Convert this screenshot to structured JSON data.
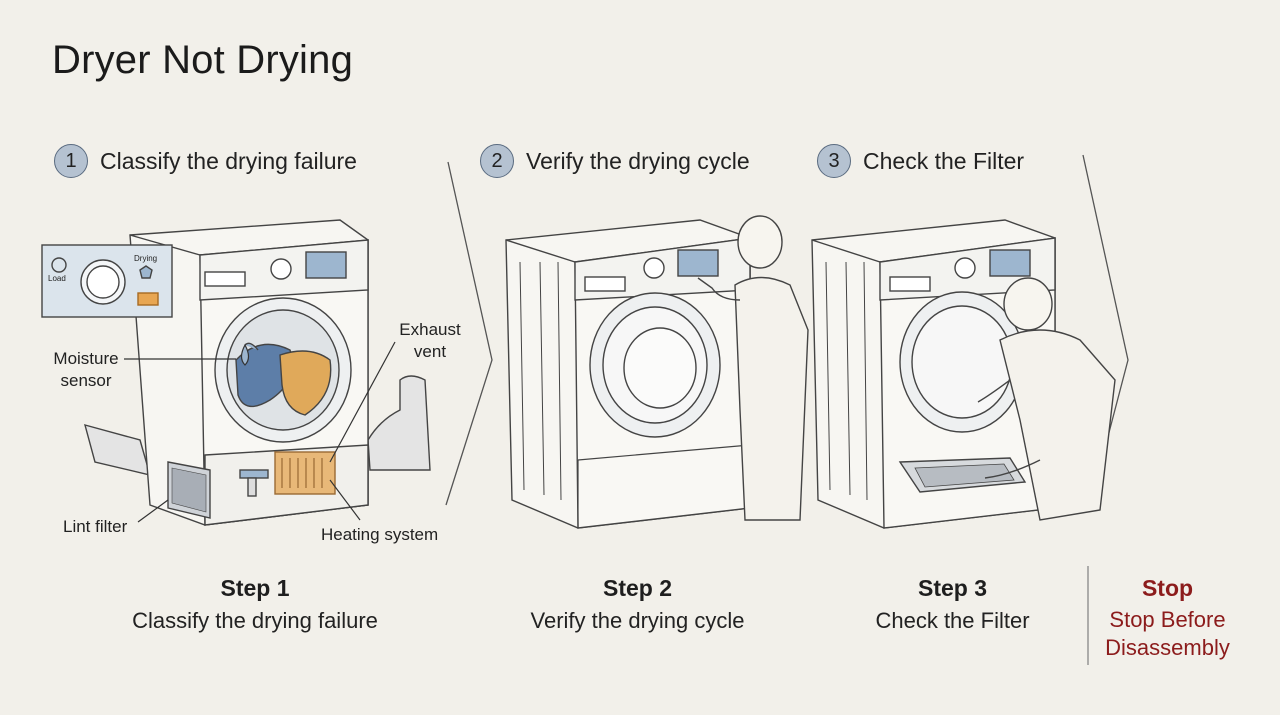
{
  "title": "Dryer Not Drying",
  "steps": [
    {
      "number": "1",
      "heading": "Classify the drying failure",
      "caption_step": "Step 1",
      "caption_desc": "Classify the drying failure"
    },
    {
      "number": "2",
      "heading": "Verify the drying cycle",
      "caption_step": "Step 2",
      "caption_desc": "Verify the drying cycle"
    },
    {
      "number": "3",
      "heading": "Check the Filter",
      "caption_step": "Step 3",
      "caption_desc": "Check the Filter"
    }
  ],
  "stop": {
    "label": "Stop",
    "line1": "Stop Before",
    "line2": "Disassembly"
  },
  "labels": {
    "moisture_sensor_1": "Moisture",
    "moisture_sensor_2": "sensor",
    "exhaust_vent_1": "Exhaust",
    "exhaust_vent_2": "vent",
    "lint_filter": "Lint filter",
    "heating_system": "Heating system",
    "panel_load": "Load",
    "panel_drying": "Drying"
  },
  "colors": {
    "accent_badge": "#b5c2d1",
    "stop_red": "#8c1c1c",
    "clothes_blue": "#5d7ea8",
    "clothes_orange": "#e0a95a",
    "heater": "#e8b878"
  }
}
